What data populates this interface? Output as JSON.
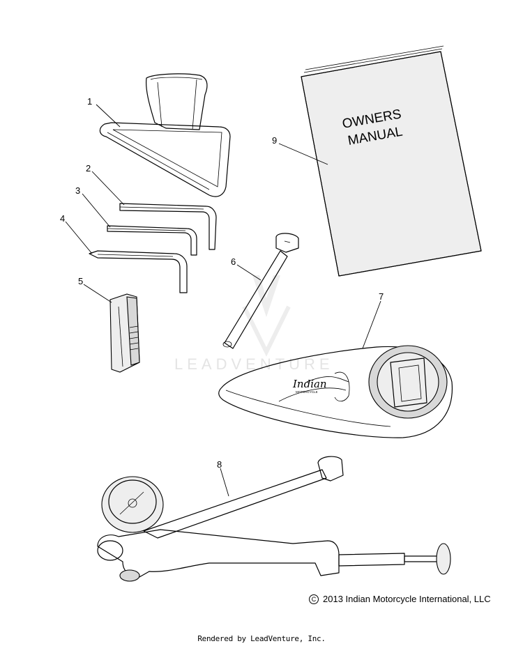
{
  "watermark": "LEADVENTURE",
  "manual_cover": {
    "line1": "OWNERS",
    "line2": "MANUAL"
  },
  "callouts": [
    "1",
    "2",
    "3",
    "4",
    "5",
    "6",
    "7",
    "8",
    "9"
  ],
  "emblem": {
    "script": "Indian",
    "sub": "MOTORCYCLE"
  },
  "copyright": {
    "symbol": "C",
    "text": "2013 Indian Motorcycle International, LLC"
  },
  "footer": "Rendered by LeadVenture, Inc."
}
